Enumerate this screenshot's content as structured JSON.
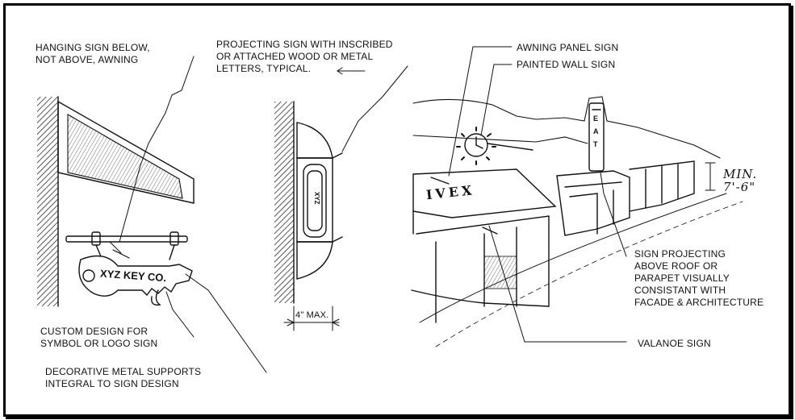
{
  "labels": {
    "hanging_sign": "HANGING SIGN BELOW,\nNOT ABOVE, AWNING",
    "projecting_sign": "PROJECTING SIGN WITH INSCRIBED\nOR ATTACHED WOOD OR METAL\nLETTERS, TYPICAL.",
    "custom_design": "CUSTOM DESIGN FOR\nSYMBOL OR LOGO SIGN",
    "decorative_supports": "DECORATIVE METAL SUPPORTS\nINTEGRAL TO SIGN DESIGN",
    "awning_panel": "AWNING PANEL SIGN",
    "painted_wall": "PAINTED WALL SIGN",
    "sign_projecting": "SIGN PROJECTING\nABOVE ROOF OR\nPARAPET VISUALLY\nCONSISTANT WITH\nFACADE & ARCHITECTURE",
    "valance": "VALANOE SIGN",
    "dimension_4": "4\" MAX.",
    "dimension_min": "MIN.\n7'-6\""
  },
  "sign_text": {
    "key_sign": "XYZ KEY CO.",
    "blade_sign": "XYZ",
    "awning_letters": "IVEX",
    "eat_sign": "EAT"
  },
  "colors": {
    "ink": "#111111",
    "background": "#ffffff"
  }
}
